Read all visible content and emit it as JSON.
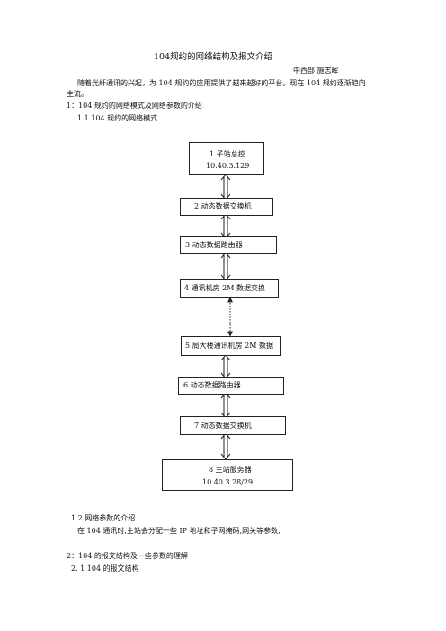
{
  "doc": {
    "title": "104规约的网络结构及报文介绍",
    "author": "中西部    施志晖",
    "intro_line1": "随着光纤通讯的兴起，为 104 规约的应用提供了越来越好的平台。现在 104 规约逐渐趋向",
    "intro_line2": "主流。",
    "section1": "1：104 规约的网络模式及网络参数的介绍",
    "section1_1": "1.1 104 规约的网络模式",
    "section1_2": "1.2  网络参数的介绍",
    "section1_2_text": "在 104 通讯时,主站会分配一些 IP 地址和子网掩码,网关等参数,",
    "section2": "2：104 的报文结构及一些参数的理解",
    "section2_1": "2. 1  104 的报文结构"
  },
  "diagram": {
    "boxes": [
      {
        "line1": "1 子站总控",
        "line2": "10.40.3.129"
      },
      {
        "line1": "2 动态数据交换机"
      },
      {
        "line1": "3 动态数据路由器"
      },
      {
        "line1": "4 通讯机房 2M 数据交换"
      },
      {
        "line1": "5 局大楼通讯机房 2M 数据"
      },
      {
        "line1": "6 动态数据路由器"
      },
      {
        "line1": "7 动态数据交换机"
      },
      {
        "line1": "8 主站服务器",
        "line2": "10.40.3.28/29"
      }
    ]
  }
}
